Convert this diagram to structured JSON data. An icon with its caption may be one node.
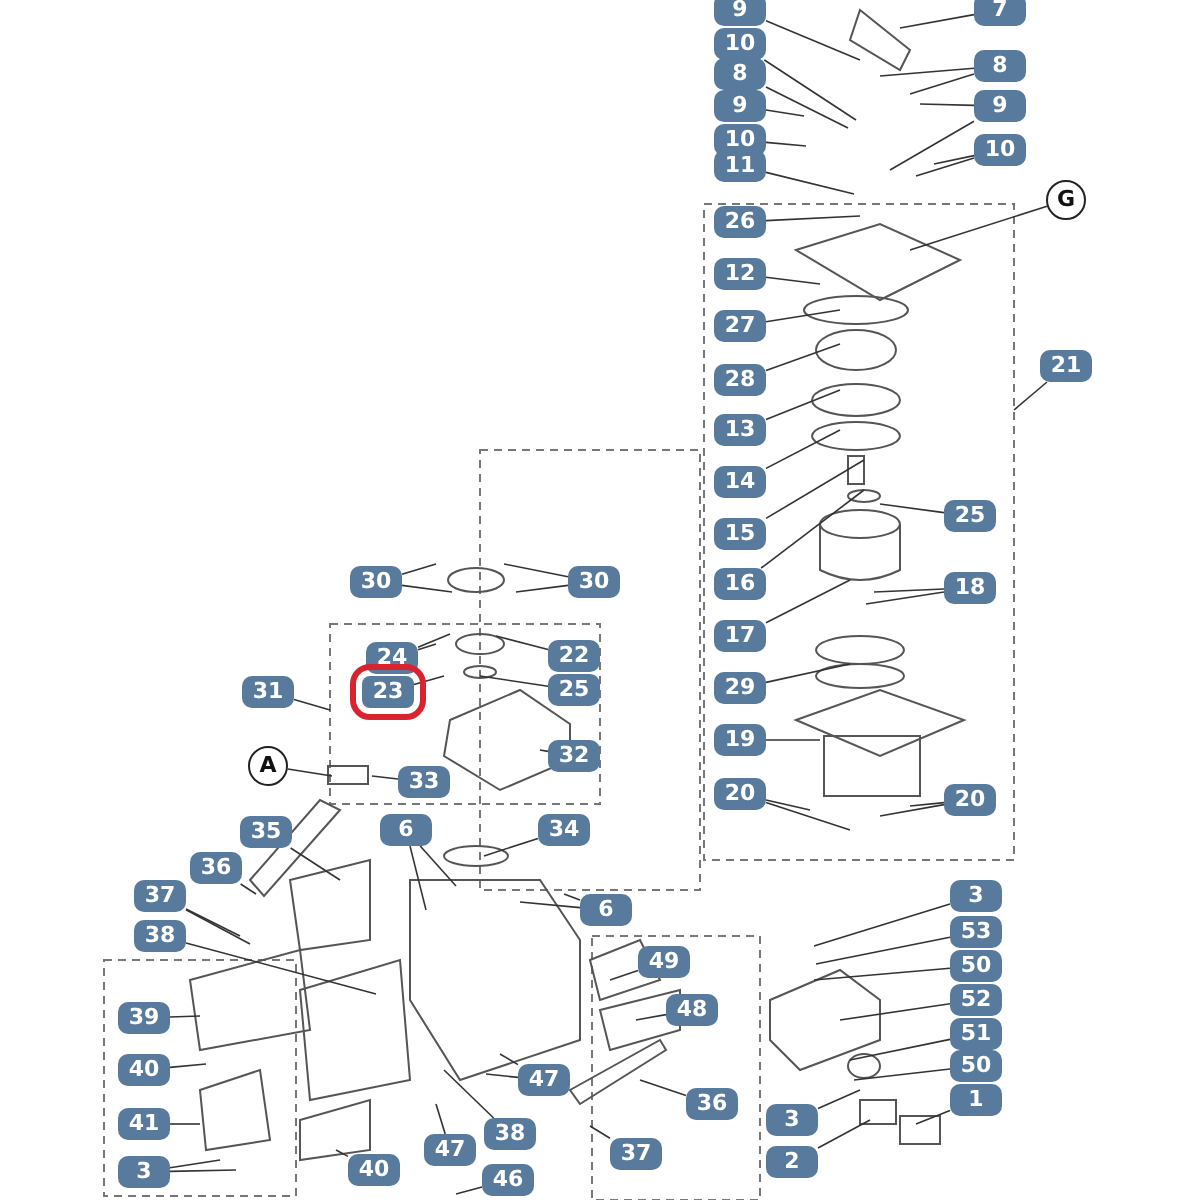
{
  "diagram": {
    "nodes": [
      {
        "text": [
          "9"
        ]
      },
      {
        "text": [
          "7"
        ]
      },
      {
        "text": [
          "10"
        ]
      },
      {
        "text": [
          "8"
        ]
      },
      {
        "text": [
          "8"
        ]
      },
      {
        "text": [
          "9"
        ]
      },
      {
        "text": [
          "9"
        ]
      },
      {
        "text": [
          "10"
        ]
      },
      {
        "text": [
          "10"
        ]
      },
      {
        "text": [
          "11"
        ]
      },
      {
        "text": [
          "G"
        ]
      },
      {
        "text": [
          "26"
        ]
      },
      {
        "text": [
          "12"
        ]
      },
      {
        "text": [
          "27"
        ]
      },
      {
        "text": [
          "28"
        ]
      },
      {
        "text": [
          "21"
        ]
      },
      {
        "text": [
          "13"
        ]
      },
      {
        "text": [
          "14"
        ]
      },
      {
        "text": [
          "15"
        ]
      },
      {
        "text": [
          "25"
        ]
      },
      {
        "text": [
          "16"
        ]
      },
      {
        "text": [
          "18"
        ]
      },
      {
        "text": [
          "17"
        ]
      },
      {
        "text": [
          "29"
        ]
      },
      {
        "text": [
          "19"
        ]
      },
      {
        "text": [
          "20"
        ]
      },
      {
        "text": [
          "20"
        ]
      },
      {
        "text": [
          "30"
        ]
      },
      {
        "text": [
          "30"
        ]
      },
      {
        "text": [
          "24"
        ]
      },
      {
        "text": [
          "22"
        ]
      },
      {
        "text": [
          "31"
        ]
      },
      {
        "text": [
          "23"
        ]
      },
      {
        "text": [
          "25"
        ]
      },
      {
        "text": [
          "A"
        ]
      },
      {
        "text": [
          "33"
        ]
      },
      {
        "text": [
          "32"
        ]
      },
      {
        "text": [
          "35"
        ]
      },
      {
        "text": [
          "6"
        ]
      },
      {
        "text": [
          "34"
        ]
      },
      {
        "text": [
          "36"
        ]
      },
      {
        "text": [
          "37"
        ]
      },
      {
        "text": [
          "6"
        ]
      },
      {
        "text": [
          "38"
        ]
      },
      {
        "text": [
          "3"
        ]
      },
      {
        "text": [
          "53"
        ]
      },
      {
        "text": [
          "49"
        ]
      },
      {
        "text": [
          "50"
        ]
      },
      {
        "text": [
          "52"
        ]
      },
      {
        "text": [
          "48"
        ]
      },
      {
        "text": [
          "39"
        ]
      },
      {
        "text": [
          "51"
        ]
      },
      {
        "text": [
          "50"
        ]
      },
      {
        "text": [
          "40"
        ]
      },
      {
        "text": [
          "47"
        ]
      },
      {
        "text": [
          "1"
        ]
      },
      {
        "text": [
          "36"
        ]
      },
      {
        "text": [
          "3"
        ]
      },
      {
        "text": [
          "41"
        ]
      },
      {
        "text": [
          "38"
        ]
      },
      {
        "text": [
          "37"
        ]
      },
      {
        "text": [
          "2"
        ]
      },
      {
        "text": [
          "47"
        ]
      },
      {
        "text": [
          "3"
        ]
      },
      {
        "text": [
          "40"
        ]
      },
      {
        "text": [
          "46"
        ]
      }
    ],
    "edges": [
      {
        "from": 0,
        "to": null,
        "arrow": "none"
      },
      {
        "from": 1,
        "to": null,
        "arrow": "none"
      },
      {
        "from": 2,
        "to": null,
        "arrow": "none"
      },
      {
        "from": 3,
        "to": null,
        "arrow": "none"
      },
      {
        "from": 4,
        "to": null,
        "arrow": "none"
      },
      {
        "from": 4,
        "to": null,
        "arrow": "none"
      },
      {
        "from": 5,
        "to": null,
        "arrow": "none"
      },
      {
        "from": 6,
        "to": null,
        "arrow": "none"
      },
      {
        "from": 6,
        "to": null,
        "arrow": "none"
      },
      {
        "from": 7,
        "to": null,
        "arrow": "none"
      },
      {
        "from": 8,
        "to": null,
        "arrow": "none"
      },
      {
        "from": 8,
        "to": null,
        "arrow": "none"
      },
      {
        "from": 9,
        "to": null,
        "arrow": "none"
      },
      {
        "from": 10,
        "to": null,
        "arrow": "none"
      },
      {
        "from": 11,
        "to": null,
        "arrow": "none"
      },
      {
        "from": 12,
        "to": null,
        "arrow": "none"
      },
      {
        "from": 13,
        "to": null,
        "arrow": "none"
      },
      {
        "from": 14,
        "to": null,
        "arrow": "none"
      },
      {
        "from": 15,
        "to": null,
        "arrow": "none"
      },
      {
        "from": 16,
        "to": null,
        "arrow": "none"
      },
      {
        "from": 17,
        "to": null,
        "arrow": "none"
      },
      {
        "from": 18,
        "to": null,
        "arrow": "none"
      },
      {
        "from": 19,
        "to": null,
        "arrow": "none"
      },
      {
        "from": 20,
        "to": null,
        "arrow": "none"
      },
      {
        "from": 21,
        "to": null,
        "arrow": "none"
      },
      {
        "from": 21,
        "to": null,
        "arrow": "none"
      },
      {
        "from": 22,
        "to": null,
        "arrow": "none"
      },
      {
        "from": 23,
        "to": null,
        "arrow": "none"
      },
      {
        "from": 24,
        "to": null,
        "arrow": "none"
      },
      {
        "from": 25,
        "to": null,
        "arrow": "none"
      },
      {
        "from": 25,
        "to": null,
        "arrow": "none"
      },
      {
        "from": 26,
        "to": null,
        "arrow": "none"
      },
      {
        "from": 26,
        "to": null,
        "arrow": "none"
      },
      {
        "from": 27,
        "to": null,
        "arrow": "none"
      },
      {
        "from": 27,
        "to": null,
        "arrow": "none"
      },
      {
        "from": 28,
        "to": null,
        "arrow": "none"
      },
      {
        "from": 28,
        "to": null,
        "arrow": "none"
      },
      {
        "from": 29,
        "to": null,
        "arrow": "none"
      },
      {
        "from": 29,
        "to": null,
        "arrow": "none"
      },
      {
        "from": 30,
        "to": null,
        "arrow": "none"
      },
      {
        "from": 31,
        "to": null,
        "arrow": "none"
      },
      {
        "from": 32,
        "to": null,
        "arrow": "none"
      },
      {
        "from": 33,
        "to": null,
        "arrow": "none"
      },
      {
        "from": 34,
        "to": null,
        "arrow": "none"
      },
      {
        "from": 35,
        "to": null,
        "arrow": "none"
      },
      {
        "from": 36,
        "to": null,
        "arrow": "none"
      },
      {
        "from": 37,
        "to": null,
        "arrow": "none"
      },
      {
        "from": 38,
        "to": null,
        "arrow": "none"
      },
      {
        "from": 38,
        "to": null,
        "arrow": "none"
      },
      {
        "from": 39,
        "to": null,
        "arrow": "none"
      },
      {
        "from": 40,
        "to": null,
        "arrow": "none"
      },
      {
        "from": 41,
        "to": null,
        "arrow": "none"
      },
      {
        "from": 41,
        "to": null,
        "arrow": "none"
      },
      {
        "from": 42,
        "to": null,
        "arrow": "none"
      },
      {
        "from": 42,
        "to": null,
        "arrow": "none"
      },
      {
        "from": 43,
        "to": null,
        "arrow": "none"
      },
      {
        "from": 44,
        "to": null,
        "arrow": "none"
      },
      {
        "from": 45,
        "to": null,
        "arrow": "none"
      },
      {
        "from": 46,
        "to": null,
        "arrow": "none"
      },
      {
        "from": 47,
        "to": null,
        "arrow": "none"
      },
      {
        "from": 48,
        "to": null,
        "arrow": "none"
      },
      {
        "from": 49,
        "to": null,
        "arrow": "none"
      },
      {
        "from": 50,
        "to": null,
        "arrow": "none"
      },
      {
        "from": 51,
        "to": null,
        "arrow": "none"
      },
      {
        "from": 52,
        "to": null,
        "arrow": "none"
      },
      {
        "from": 53,
        "to": null,
        "arrow": "none"
      },
      {
        "from": 54,
        "to": null,
        "arrow": "none"
      },
      {
        "from": 54,
        "to": null,
        "arrow": "none"
      },
      {
        "from": 55,
        "to": null,
        "arrow": "none"
      },
      {
        "from": 56,
        "to": null,
        "arrow": "none"
      },
      {
        "from": 57,
        "to": null,
        "arrow": "none"
      },
      {
        "from": 58,
        "to": null,
        "arrow": "none"
      },
      {
        "from": 59,
        "to": null,
        "arrow": "none"
      },
      {
        "from": 60,
        "to": null,
        "arrow": "none"
      },
      {
        "from": 61,
        "to": null,
        "arrow": "none"
      },
      {
        "from": 62,
        "to": null,
        "arrow": "none"
      },
      {
        "from": 63,
        "to": null,
        "arrow": "none"
      },
      {
        "from": 63,
        "to": null,
        "arrow": "none"
      },
      {
        "from": 64,
        "to": null,
        "arrow": "none"
      },
      {
        "from": 65,
        "to": null,
        "arrow": "none"
      }
    ]
  }
}
